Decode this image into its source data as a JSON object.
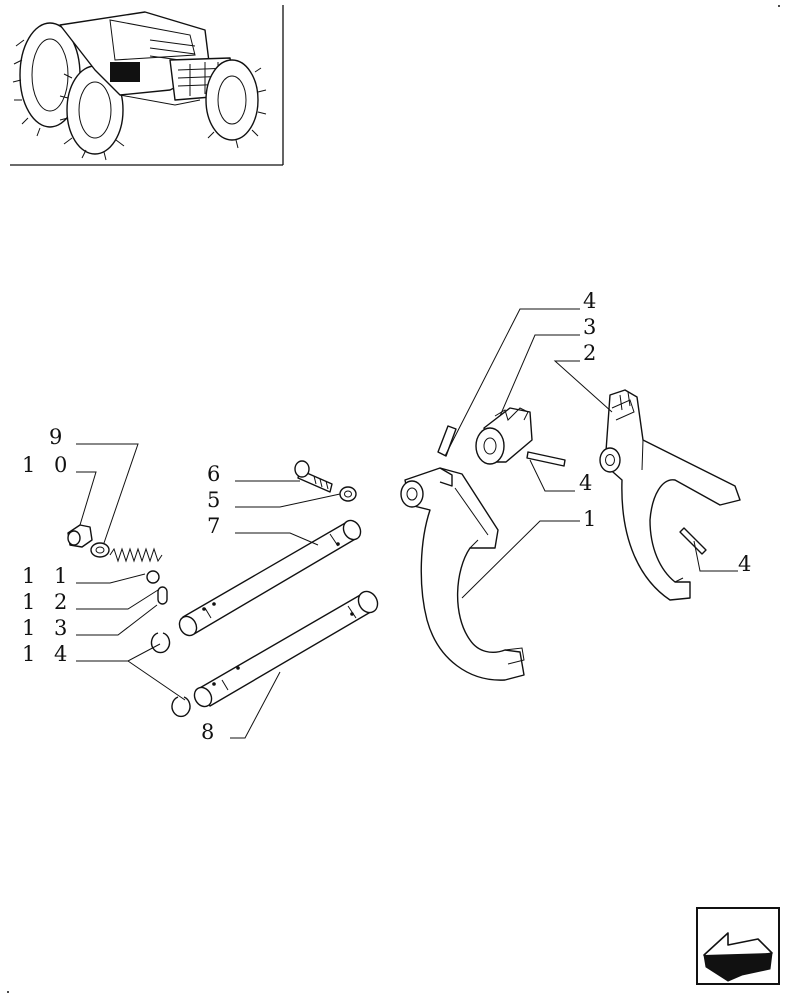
{
  "diagram": {
    "thumbnail": "tractor-thumbnail-icon",
    "nav_icon": "arrow-back-icon",
    "callouts": {
      "c1": "1",
      "c2": "2",
      "c3": "3",
      "c4a": "4",
      "c4b": "4",
      "c4c": "4",
      "c5": "5",
      "c6": "6",
      "c7": "7",
      "c8": "8",
      "c9": "9",
      "c10": "1 0",
      "c11": "1 1",
      "c12": "1 2",
      "c13": "1 3",
      "c14": "1 4"
    }
  }
}
